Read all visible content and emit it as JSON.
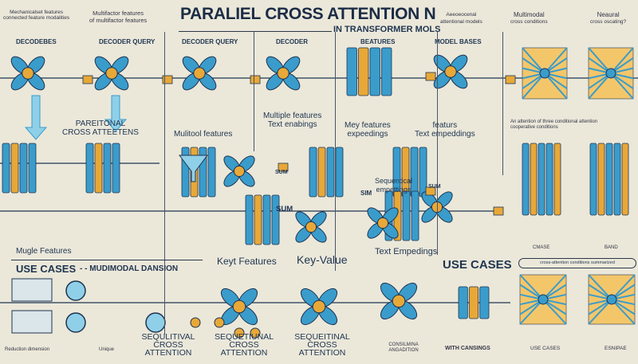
{
  "header": {
    "title": "PARALIEL CROSS ATTENTION  N",
    "subtitle": "IN TRANSFORMER MOLS",
    "top_left_caption": [
      "Mechanicalset features",
      "connected feature modalities"
    ],
    "top_left2_caption": [
      "Multifactor features",
      "of multifactor features"
    ],
    "top_right_captions": [
      [
        "Aeeoeocenal",
        "attentional models"
      ],
      [
        "Multimodal",
        "cross conditions"
      ],
      [
        "Neaural",
        "cross oscating?"
      ]
    ]
  },
  "column_headers": [
    "DECODEBES",
    "DECODER QUERY",
    "DECODER QUERY",
    "DECODER",
    "BEATURES",
    "MODEL BASES"
  ],
  "labels": {
    "partitional": [
      "PAREITONAL",
      "CROSS ATTEETENS"
    ],
    "multimodal_features": "Mulitool features",
    "multiple_features": [
      "Multiple features",
      "Text enabings"
    ],
    "mey_features": [
      "Mey features",
      "expeedings"
    ],
    "featurs": [
      "featurs",
      "Text empeddings"
    ],
    "right_note": [
      "An attention of three conditional attention",
      "cooperative conditions"
    ],
    "sum_1": "SUM",
    "sum_2": "SUM",
    "sum_3": "SUM",
    "sim": "SIM",
    "sequential_embeddings": [
      "Sequentical",
      "empettings"
    ],
    "mugle_features": "Mugle Features",
    "keyt_features": "Keyt Features",
    "key_value": "Key-Value",
    "text_embeddings": "Text Empedings",
    "use_cases_left": "USE CASES",
    "multimodal_dansion": "MUDIMODAL DANSION",
    "use_cases_right": "USE CASES",
    "use_cases_box": "cross-attention conditions summarized",
    "right_small": [
      "CMASE",
      "BAND"
    ]
  },
  "footer": {
    "items": [
      "Reduction dimension",
      "Unique",
      "SEQULITIVAL CROSS ATTENTION",
      "SEQUETIUNAL CROSS ATTENTION",
      "SEQUEITINAL CROSS ATTENTION",
      "CONSILMINA ANGADITION",
      "WITH CANSINGS",
      "USE CASES",
      "ESNIPAE"
    ]
  },
  "colors": {
    "background": "#ebe8da",
    "primary_blue": "#3a9ccb",
    "dark_navy": "#1f3450",
    "accent_orange": "#e8a838",
    "light_blue": "#8fd0e8"
  }
}
